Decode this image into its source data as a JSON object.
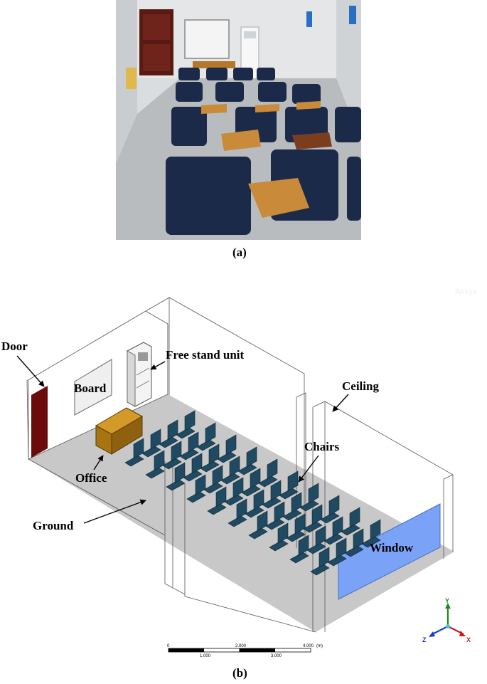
{
  "panel_a": {
    "caption": "(a)"
  },
  "panel_b": {
    "caption": "(b)",
    "watermark": "Ansys",
    "labels": {
      "door": "Door",
      "board": "Board",
      "free_stand_unit": "Free stand unit",
      "ceiling": "Ceiling",
      "chairs": "Chairs",
      "office": "Office",
      "ground": "Ground",
      "window": "Window"
    },
    "scale_bar": {
      "top_labels": [
        "0",
        "2.000",
        "4.000"
      ],
      "unit": "(m)",
      "bottom_labels": [
        "1.000",
        "3.000"
      ]
    },
    "axes": {
      "y": "Y",
      "z": "Z",
      "x": "X"
    },
    "colors": {
      "floor": "#c8c8c8",
      "chair": "#1f4a61",
      "window": "#7aa2f7",
      "door": "#6b0b0b",
      "office_desk": "#b07a18"
    }
  }
}
